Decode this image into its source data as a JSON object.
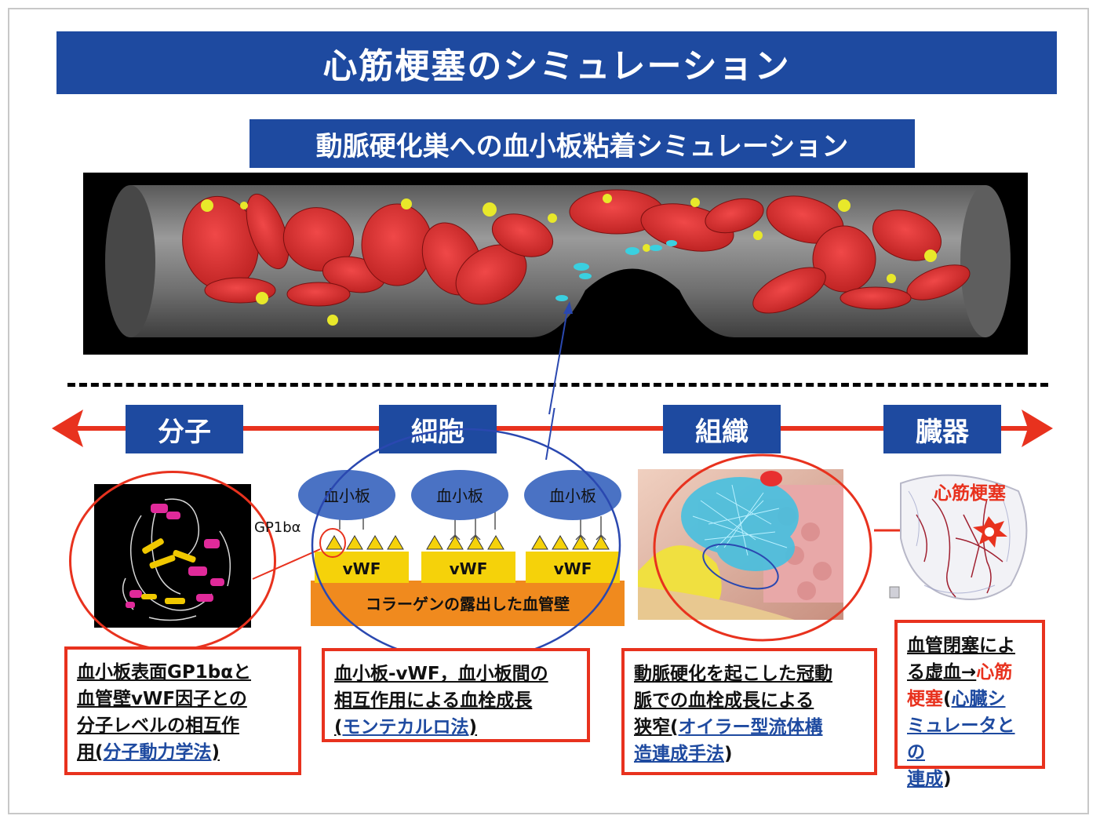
{
  "header": {
    "title": "心筋梗塞のシミュレーション",
    "subtitle": "動脈硬化巣への血小板粘着シミュレーション"
  },
  "scale_axis": {
    "labels": [
      "分子",
      "細胞",
      "組織",
      "臓器"
    ]
  },
  "cell_diagram": {
    "platelets": [
      "血小板",
      "血小板",
      "血小板"
    ],
    "receptor_label": "GP1bα",
    "vwf_labels": [
      "vWF",
      "vWF",
      "vWF"
    ],
    "collagen_label": "コラーゲンの露出した血管壁"
  },
  "organ_diagram": {
    "label": "心筋梗塞"
  },
  "descriptions": {
    "molecule": {
      "lines": [
        "血小板表面GP1bαと",
        "血管壁vWF因子との",
        "分子レベルの相互作"
      ],
      "last_prefix": "用(",
      "method": "分子動力学法",
      "suffix": ")"
    },
    "cell": {
      "lines": [
        "血小板-vWF，血小板間の",
        "相互作用による血栓成長"
      ],
      "prefix": "(",
      "method": "モンテカルロ法",
      "suffix": ")"
    },
    "tissue": {
      "lines": [
        "動脈硬化を起こした冠動",
        "脈での血栓成長による"
      ],
      "line3_prefix": "狭窄(",
      "method_line1": "オイラー型流体構",
      "method_line2": "造連成手法",
      "suffix": ")"
    },
    "organ": {
      "line1": "血管閉塞によ",
      "line2_prefix": "る虚血→",
      "line2_red": "心筋",
      "line3_red": "梗塞",
      "line3_paren": "(",
      "line3_link": "心臓シ",
      "line4_link": "ミュレータとの",
      "line5_link": "連成",
      "line5_suffix": ")"
    }
  },
  "colors": {
    "title_blue": "#1e4aa0",
    "accent_red": "#e8321e",
    "platelet_blue": "#4a72c4",
    "vwf_yellow": "#f5d20a",
    "collagen_orange": "#f08a1e",
    "rbc_red": "#e03030"
  }
}
